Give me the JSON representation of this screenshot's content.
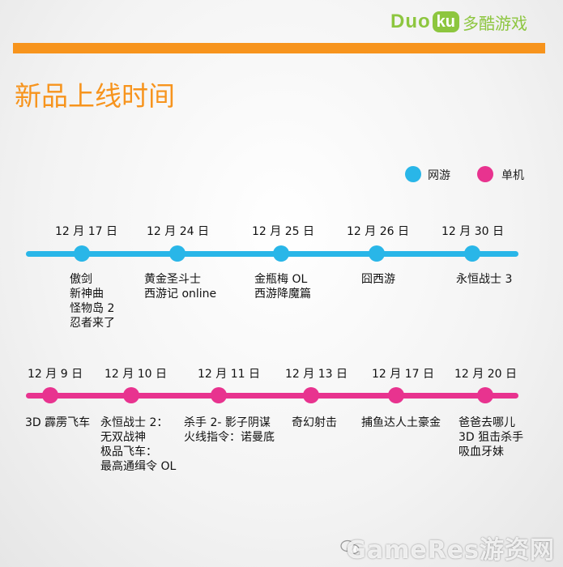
{
  "header": {
    "logo_duo": "Duo",
    "logo_ku": "ku",
    "logo_cn": "多酷游戏",
    "accent_color": "#f7941d",
    "brand_color": "#8dc63f"
  },
  "title": "新品上线时间",
  "legend": [
    {
      "label": "网游",
      "color": "#29b6e8"
    },
    {
      "label": "单机",
      "color": "#e8338f"
    }
  ],
  "timelines": [
    {
      "name": "网游",
      "color": "#29b6e8",
      "events": [
        {
          "date": "12 月 17 日",
          "games": [
            "傲剑",
            "新神曲",
            "怪物岛 2",
            "忍者来了"
          ]
        },
        {
          "date": "12 月 24 日",
          "games": [
            "黄金圣斗士",
            "西游记 online"
          ]
        },
        {
          "date": "12 月 25 日",
          "games": [
            "金瓶梅 OL",
            "西游降魔篇"
          ]
        },
        {
          "date": "12 月 26 日",
          "games": [
            "囧西游"
          ]
        },
        {
          "date": "12 月 30 日",
          "games": [
            "永恒战士 3"
          ]
        }
      ]
    },
    {
      "name": "单机",
      "color": "#e8338f",
      "events": [
        {
          "date": "12 月 9 日",
          "games": [
            "3D 霹雳飞车"
          ]
        },
        {
          "date": "12 月 10 日",
          "games": [
            "永恒战士 2：",
            "无双战神",
            "极品飞车：",
            "最高通缉令 OL"
          ]
        },
        {
          "date": "12 月 11 日",
          "games": [
            "杀手 2- 影子阴谋",
            "火线指令：诺曼底"
          ]
        },
        {
          "date": "12 月 13 日",
          "games": [
            "奇幻射击"
          ]
        },
        {
          "date": "12 月 17 日",
          "games": [
            "捕鱼达人土豪金"
          ]
        },
        {
          "date": "12 月 20 日",
          "games": [
            "爸爸去哪儿",
            "3D 狙击杀手",
            "吸血牙妹"
          ]
        }
      ]
    }
  ],
  "watermark": "GameRes游资网"
}
